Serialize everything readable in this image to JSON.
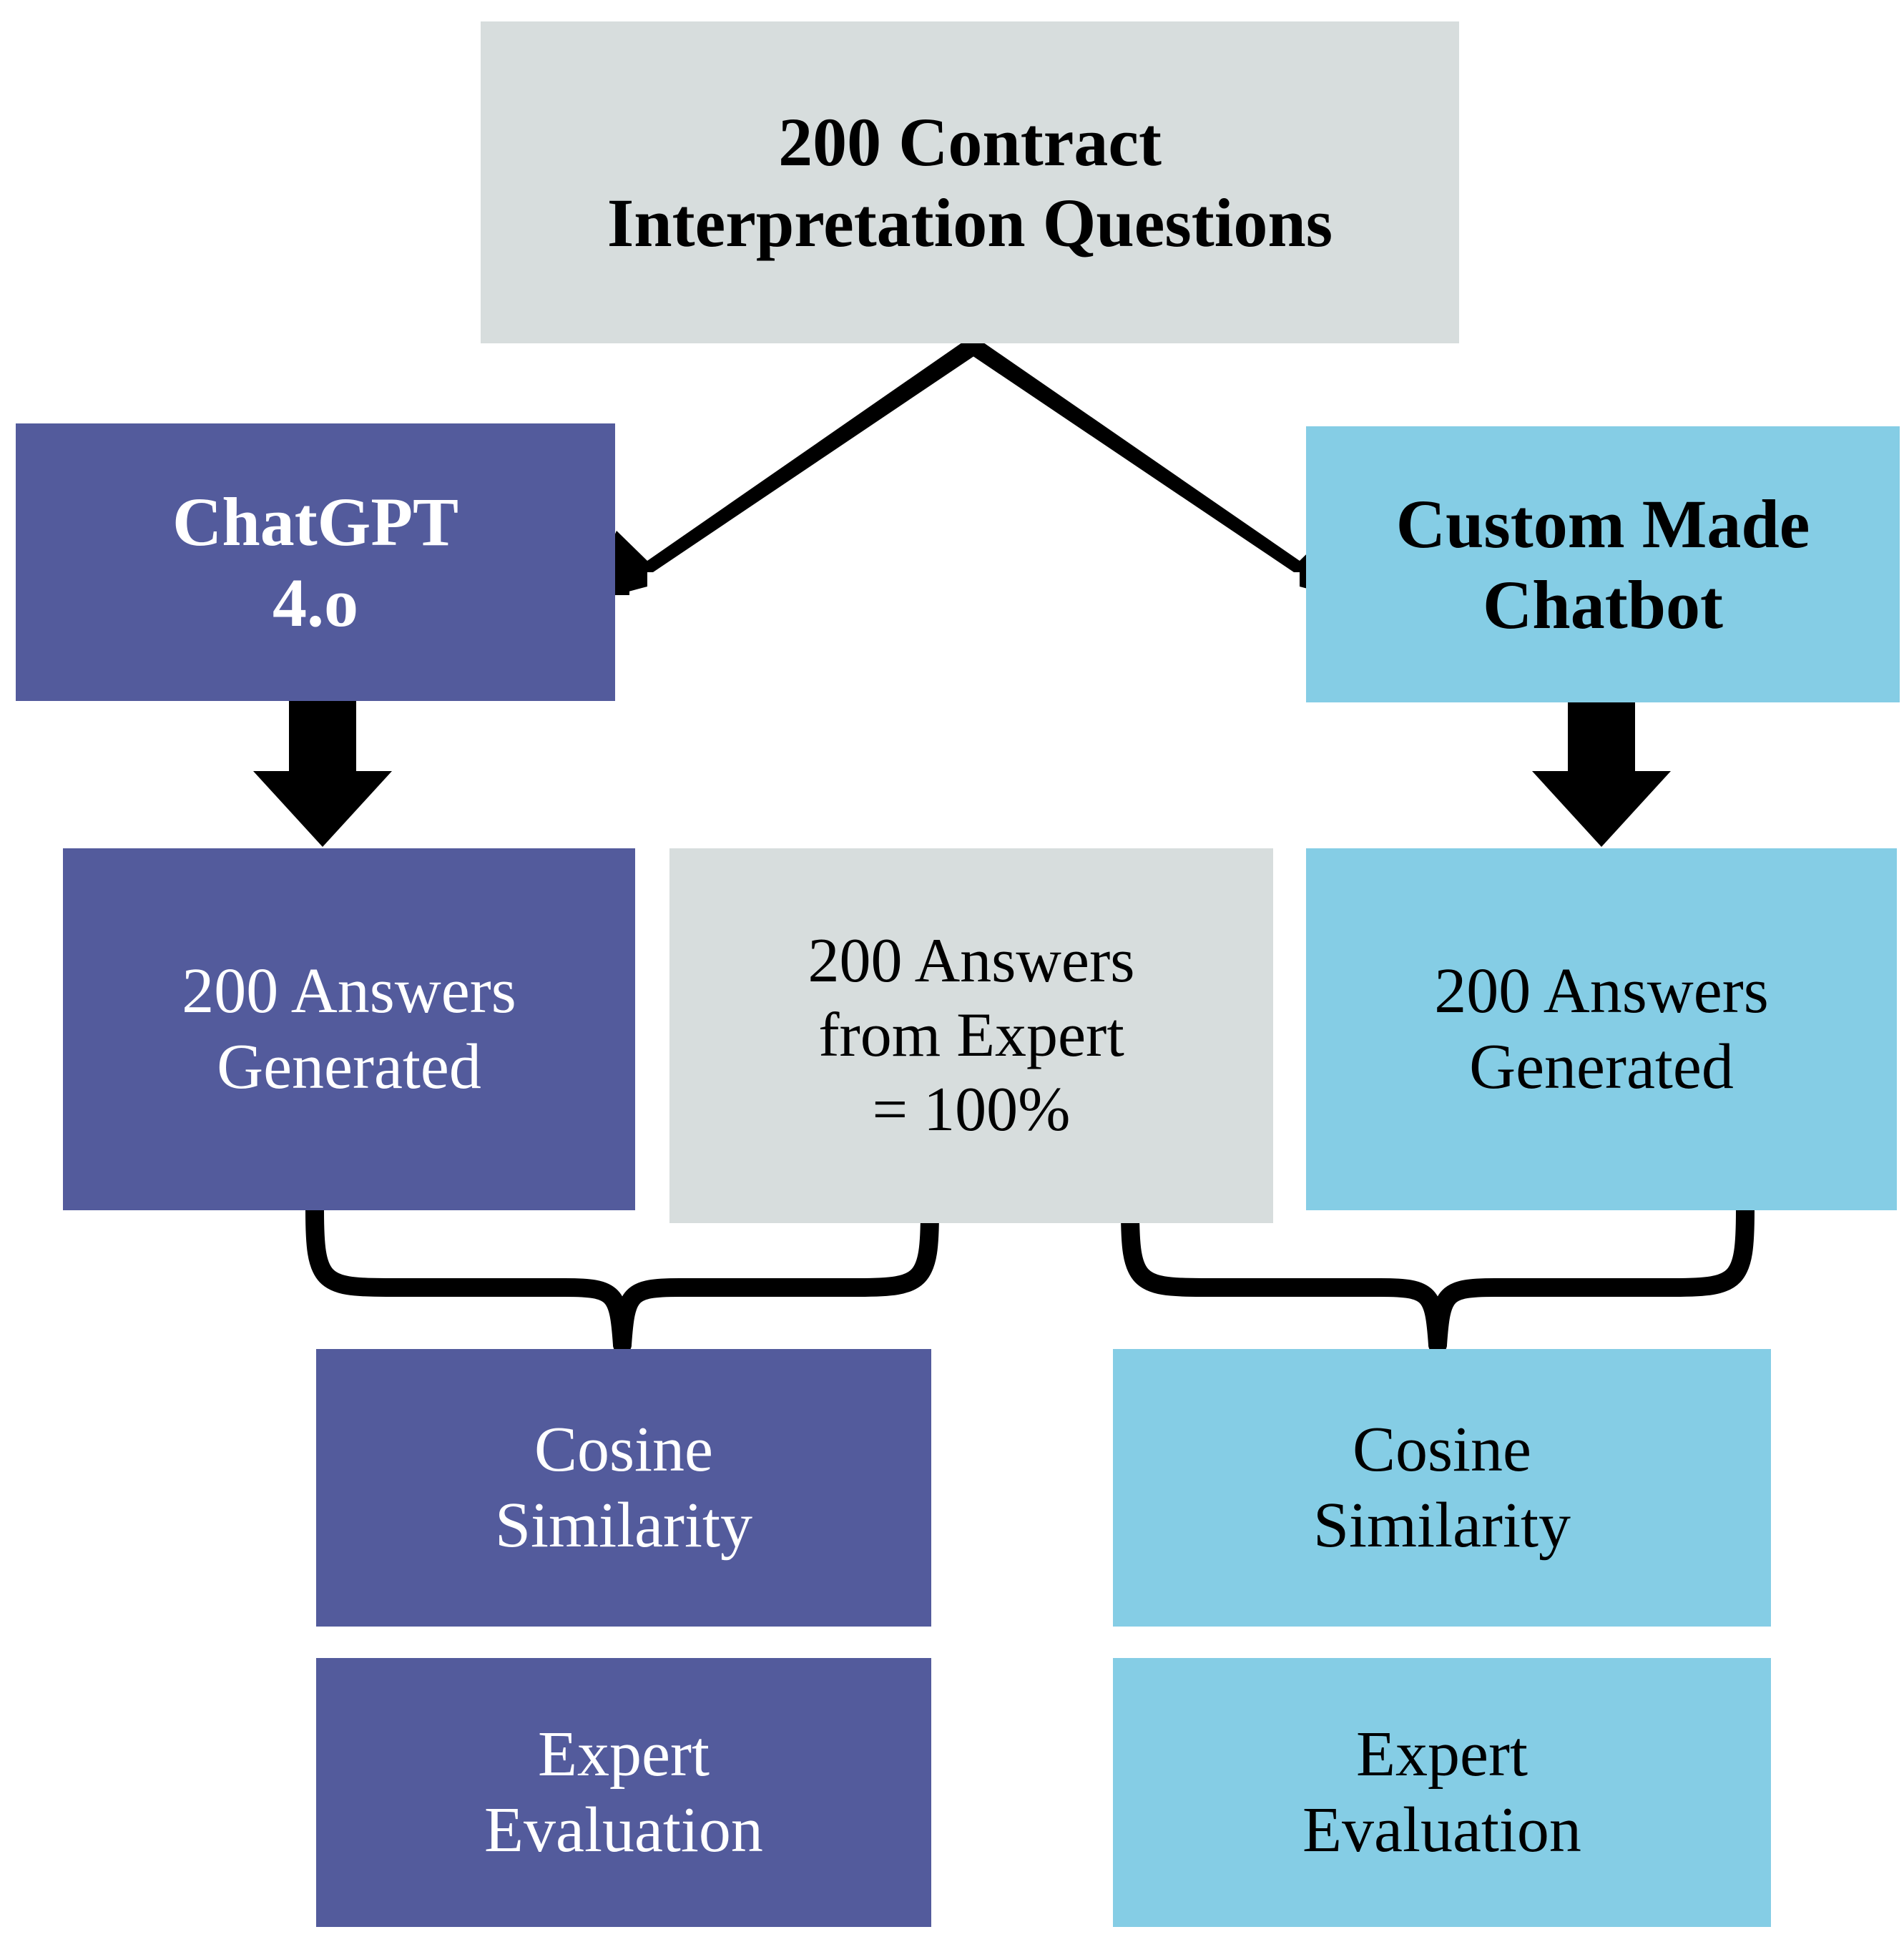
{
  "diagram": {
    "type": "flowchart",
    "title": "Contract interpretation question evaluation workflow",
    "colors": {
      "gray_fill": "#d7dddd",
      "purple_fill": "#535b9c",
      "blue_fill": "#85cde5",
      "connector": "#000000",
      "light_text": "#ffffff",
      "dark_text": "#000000",
      "background": "#ffffff"
    },
    "nodes": {
      "source": {
        "label": "200 Contract\nInterpretation Questions",
        "fill": "#d7dddd",
        "text_color": "#000000",
        "weight": "bold"
      },
      "chatgpt": {
        "label": "ChatGPT\n4.o",
        "fill": "#535b9c",
        "text_color": "#ffffff",
        "weight": "bold"
      },
      "custom_chatbot": {
        "label": "Custom Made\nChatbot",
        "fill": "#85cde5",
        "text_color": "#000000",
        "weight": "bold"
      },
      "left_answers": {
        "label": "200 Answers\nGenerated",
        "fill": "#535b9c",
        "text_color": "#ffffff",
        "weight": "normal"
      },
      "expert_gold": {
        "label": "200 Answers\nfrom Expert\n= 100%",
        "fill": "#d7dddd",
        "text_color": "#000000",
        "weight": "normal"
      },
      "right_answers": {
        "label": "200 Answers\nGenerated",
        "fill": "#85cde5",
        "text_color": "#000000",
        "weight": "normal"
      },
      "left_cosine": {
        "label": "Cosine\nSimilarity",
        "fill": "#535b9c",
        "text_color": "#ffffff",
        "weight": "normal"
      },
      "right_cosine": {
        "label": "Cosine\nSimilarity",
        "fill": "#85cde5",
        "text_color": "#000000",
        "weight": "normal"
      },
      "left_expert_eval": {
        "label": "Expert\nEvaluation",
        "fill": "#535b9c",
        "text_color": "#ffffff",
        "weight": "normal"
      },
      "right_expert_eval": {
        "label": "Expert\nEvaluation",
        "fill": "#85cde5",
        "text_color": "#000000",
        "weight": "normal"
      }
    },
    "edges": [
      {
        "from": "source",
        "to": "chatgpt",
        "style": "diagonal-arrow"
      },
      {
        "from": "source",
        "to": "custom_chatbot",
        "style": "diagonal-arrow"
      },
      {
        "from": "chatgpt",
        "to": "left_answers",
        "style": "block-arrow-down"
      },
      {
        "from": "custom_chatbot",
        "to": "right_answers",
        "style": "block-arrow-down"
      },
      {
        "from": "left_answers+expert_gold",
        "to": "left_cosine",
        "style": "curly-brace"
      },
      {
        "from": "expert_gold+right_answers",
        "to": "right_cosine",
        "style": "curly-brace"
      }
    ]
  }
}
